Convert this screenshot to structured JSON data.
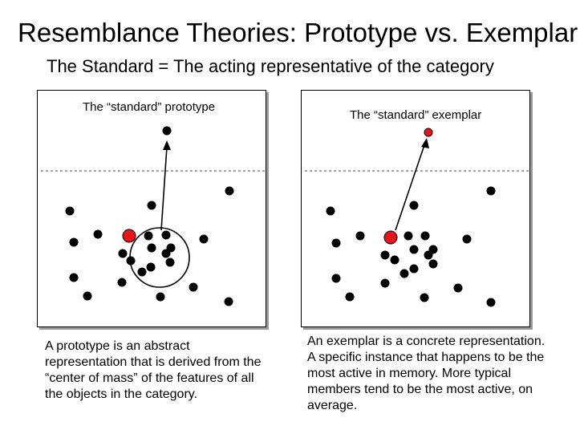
{
  "title": "Resemblance Theories: Prototype vs. Exemplar",
  "subtitle": "The Standard = The acting representative of the category",
  "colors": {
    "dot": "#000000",
    "standard_dot": "#e8141b",
    "dashed_line": "#444444"
  },
  "prototype_panel": {
    "label": "The “standard” prototype",
    "caption": "A prototype is an abstract representation that is derived from the “center of mass” of the features of all the objects in the category."
  },
  "exemplar_panel": {
    "label": "The “standard” exemplar",
    "caption": "An exemplar is a concrete representation. A specific instance that happens to be the most active in memory. More typical members tend to be the most active, on average."
  }
}
